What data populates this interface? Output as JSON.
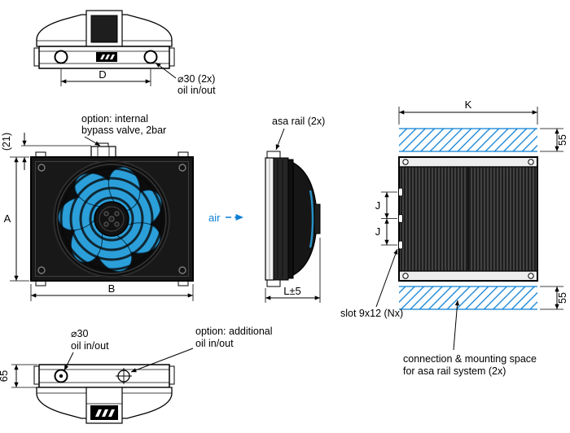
{
  "colors": {
    "line": "#000000",
    "fan_blue": "#2b9fd9",
    "hatch_blue": "#0b7fd4",
    "air_blue": "#0b7fd4",
    "background": "#ffffff"
  },
  "top_view": {
    "dim_d": "D",
    "port_note_line1": "⌀30 (2x)",
    "port_note_line2": "oil in/out"
  },
  "front_view": {
    "dim_a": "A",
    "dim_b": "B",
    "dim_offset": "(21)",
    "bypass_note_line1": "option: internal",
    "bypass_note_line2": "bypass valve, 2bar"
  },
  "side_view": {
    "asa_rail_note": "asa rail (2x)",
    "air_label": "air",
    "dim_l": "L±5"
  },
  "rear_view": {
    "dim_k": "K",
    "dim_55_top": "55",
    "dim_55_bottom": "55",
    "dim_j_upper": "J",
    "dim_j_lower": "J",
    "slot_note": "slot 9x12 (Nx)",
    "mounting_note_line1": "connection & mounting space",
    "mounting_note_line2": "for asa rail system (2x)"
  },
  "bottom_view": {
    "dim_65": "65",
    "port_note_line1": "⌀30",
    "port_note_line2": "oil in/out",
    "additional_note_line1": "option: additional",
    "additional_note_line2": "oil in/out"
  }
}
